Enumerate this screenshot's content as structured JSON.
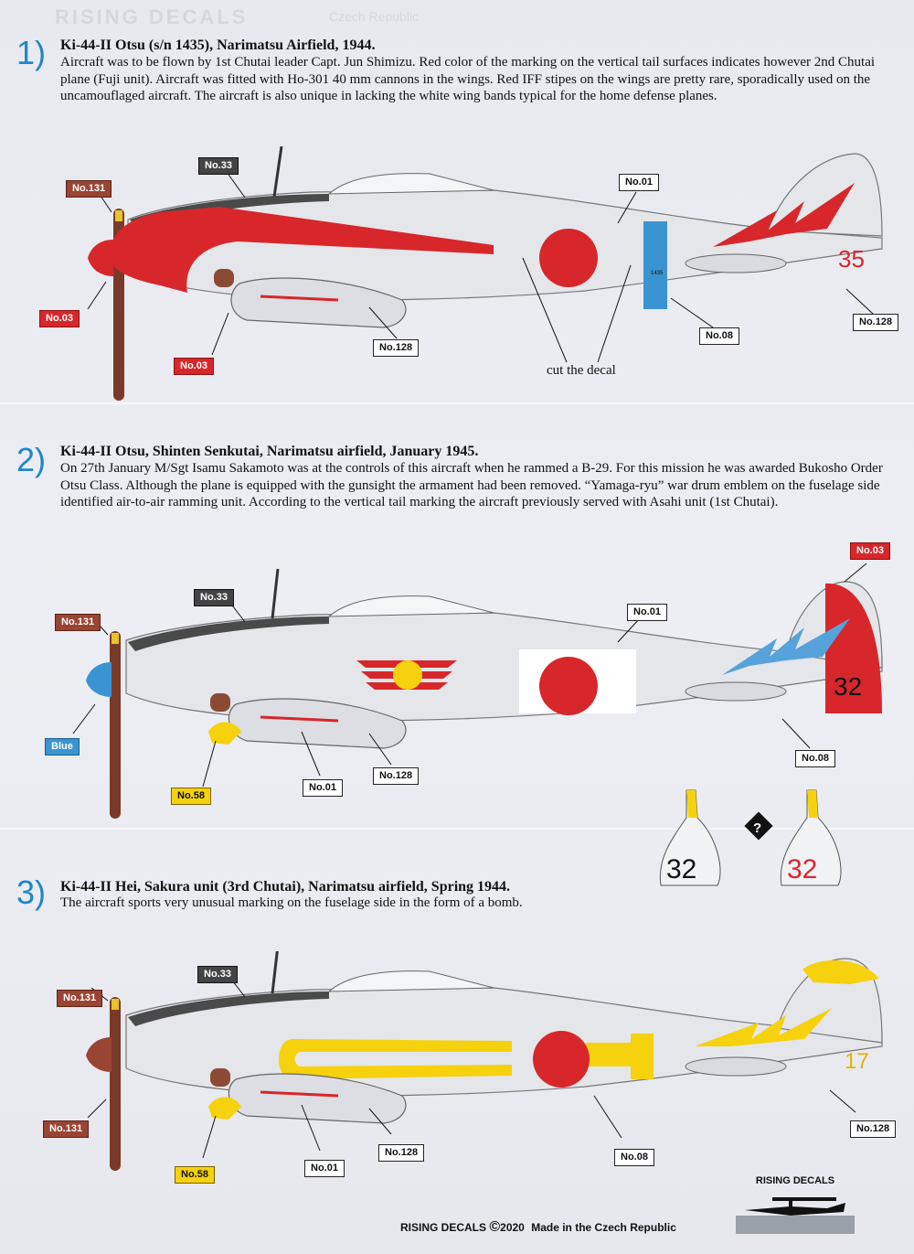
{
  "header_ghost": {
    "brand": "RISING DECALS",
    "country": "Czech Republic"
  },
  "profiles": [
    {
      "number": "1)",
      "title": "Ki-44-II Otsu (s/n 1435), Narimatsu Airfield, 1944.",
      "description": "Aircraft was to be flown by 1st Chutai leader Capt. Jun Shimizu. Red color of the marking on the vertical tail surfaces indicates however  2nd Chutai plane (Fuji unit). Aircraft was fitted with Ho-301 40 mm cannons in the wings. Red IFF stipes on the wings are pretty rare, sporadically used on the uncamouflaged aircraft. The aircraft is also unique in lacking the white wing bands typical for the home defense planes.",
      "tail_number": "35",
      "serial": "1435",
      "note": "cut the decal",
      "labels": {
        "l131": "No.131",
        "l33": "No.33",
        "l01": "No.01",
        "l03a": "No.03",
        "l03b": "No.03",
        "l128a": "No.128",
        "l08": "No.08",
        "l128b": "No.128"
      }
    },
    {
      "number": "2)",
      "title": "Ki-44-II Otsu, Shinten Senkutai, Narimatsu airfield, January 1945.",
      "description": "On 27th January M/Sgt Isamu Sakamoto was at the controls of this aircraft when he rammed a B-29. For this mission he was awarded Bukosho Order Otsu Class. Although the plane is equipped with the gunsight the armament had been removed. “Yamaga-ryu” war drum emblem on the fuselage side identified air-to-air ramming unit. According to the vertical tail marking the aircraft previously served with Asahi unit (1st Chutai).",
      "tail_number": "32",
      "labels": {
        "l131": "No.131",
        "l33": "No.33",
        "l01": "No.01",
        "l03": "No.03",
        "blue": "Blue",
        "l58": "No.58",
        "l01b": "No.01",
        "l128": "No.128",
        "l08": "No.08"
      },
      "variants": {
        "a": "32",
        "b": "32",
        "unknown": "?"
      }
    },
    {
      "number": "3)",
      "title": "Ki-44-II Hei, Sakura unit (3rd Chutai), Narimatsu airfield, Spring 1944.",
      "description": "The aircraft sports very unusual marking on the fuselage side in the form of a bomb.",
      "tail_number": "17",
      "labels": {
        "l33": "No.33",
        "l131a": "No.131",
        "l131b": "No.131",
        "l58": "No.58",
        "l01": "No.01",
        "l128a": "No.128",
        "l08": "No.08",
        "l128b": "No.128"
      }
    }
  ],
  "footer": {
    "brand": "RISING DECALS",
    "copyright": "©",
    "year": "2020",
    "made_in": "Made in the Czech Republic"
  },
  "logo": {
    "text": "RISING DECALS"
  },
  "colors": {
    "red": "#d7272b",
    "blue": "#3a94d2",
    "yellow": "#f6d10d",
    "brown": "#9a4433",
    "dark_grey": "#444444",
    "silver": "#e4e6ea"
  }
}
